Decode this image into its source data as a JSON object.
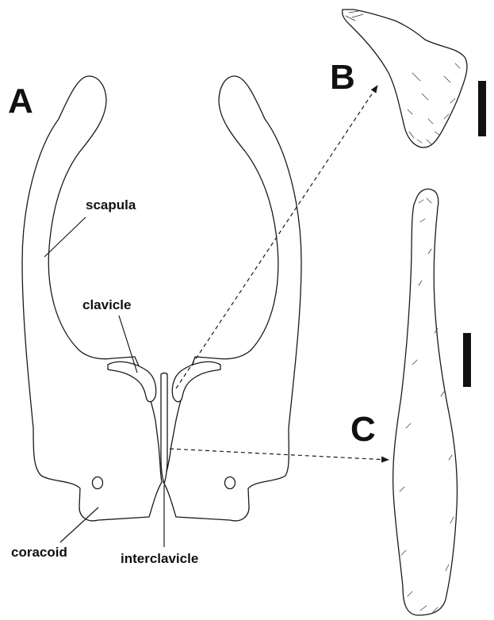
{
  "panels": {
    "a": "A",
    "b": "B",
    "c": "C"
  },
  "labels": {
    "scapula": "scapula",
    "clavicle": "clavicle",
    "coracoid": "coracoid",
    "interclavicle": "interclavicle"
  },
  "colors": {
    "line": "#1a1a1a",
    "background": "#ffffff"
  }
}
